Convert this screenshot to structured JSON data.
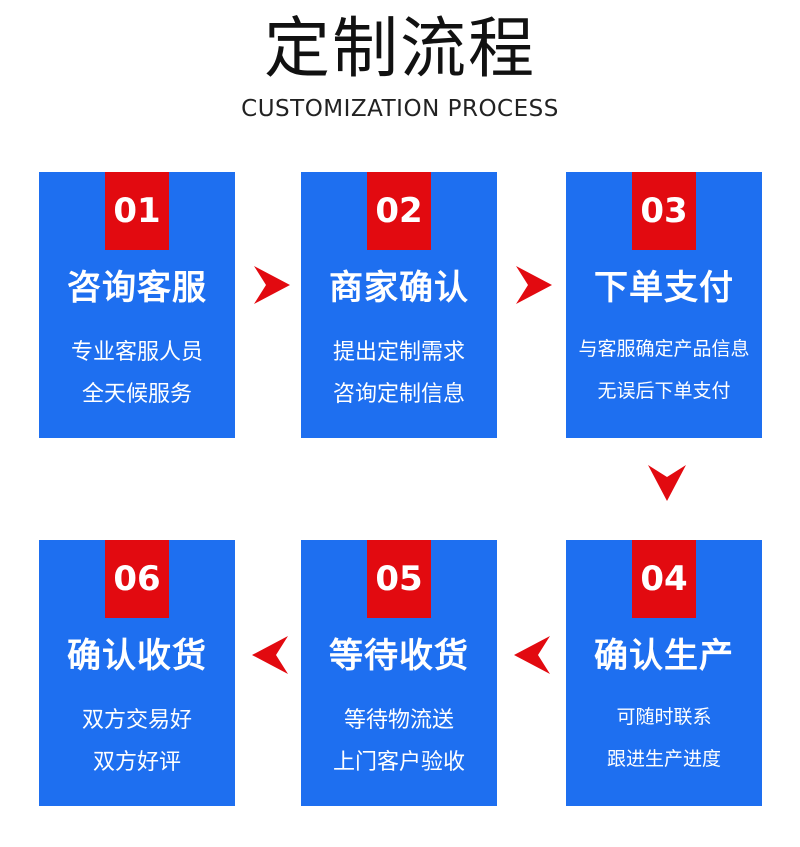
{
  "header": {
    "title": "定制流程",
    "subtitle": "CUSTOMIZATION PROCESS"
  },
  "steps": [
    {
      "num": "01",
      "title": "咨询客服",
      "lines": [
        "专业客服人员",
        "全天候服务"
      ]
    },
    {
      "num": "02",
      "title": "商家确认",
      "lines": [
        "提出定制需求",
        "咨询定制信息"
      ]
    },
    {
      "num": "03",
      "title": "下单支付",
      "lines": [
        "与客服确定产品信息",
        "无误后下单支付"
      ]
    },
    {
      "num": "04",
      "title": "确认生产",
      "lines": [
        "可随时联系",
        "跟进生产进度"
      ]
    },
    {
      "num": "05",
      "title": "等待收货",
      "lines": [
        "等待物流送",
        "上门客户验收"
      ]
    },
    {
      "num": "06",
      "title": "确认收货",
      "lines": [
        "双方交易好",
        "双方好评"
      ]
    }
  ],
  "colors": {
    "card": "#1e6ff0",
    "badge": "#e20a10",
    "arrow": "#e20a10"
  },
  "icons": {
    "arrow_right": "arrow-right-icon",
    "arrow_left": "arrow-left-icon",
    "arrow_down": "arrow-down-icon"
  }
}
